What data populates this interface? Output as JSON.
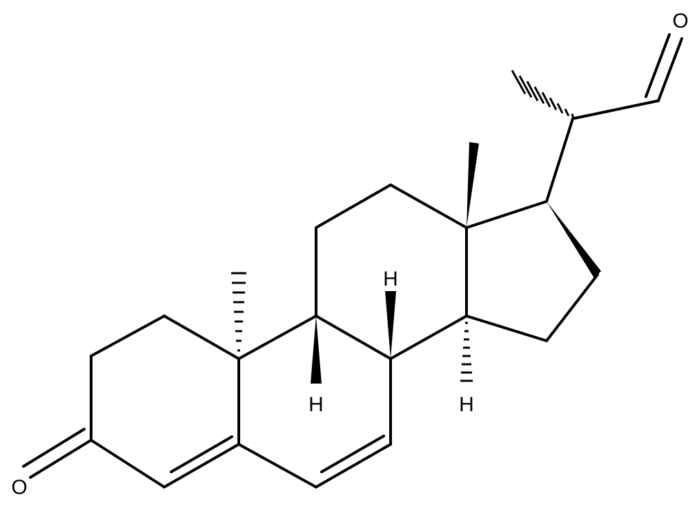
{
  "structure": {
    "atom_labels": {
      "ketone_oxygen": "O",
      "aldehyde_oxygen": "O",
      "h_c9": "H",
      "h_c8": "H",
      "h_c14": "H"
    }
  },
  "colors": {
    "bond": "#000000",
    "background": "#ffffff"
  }
}
